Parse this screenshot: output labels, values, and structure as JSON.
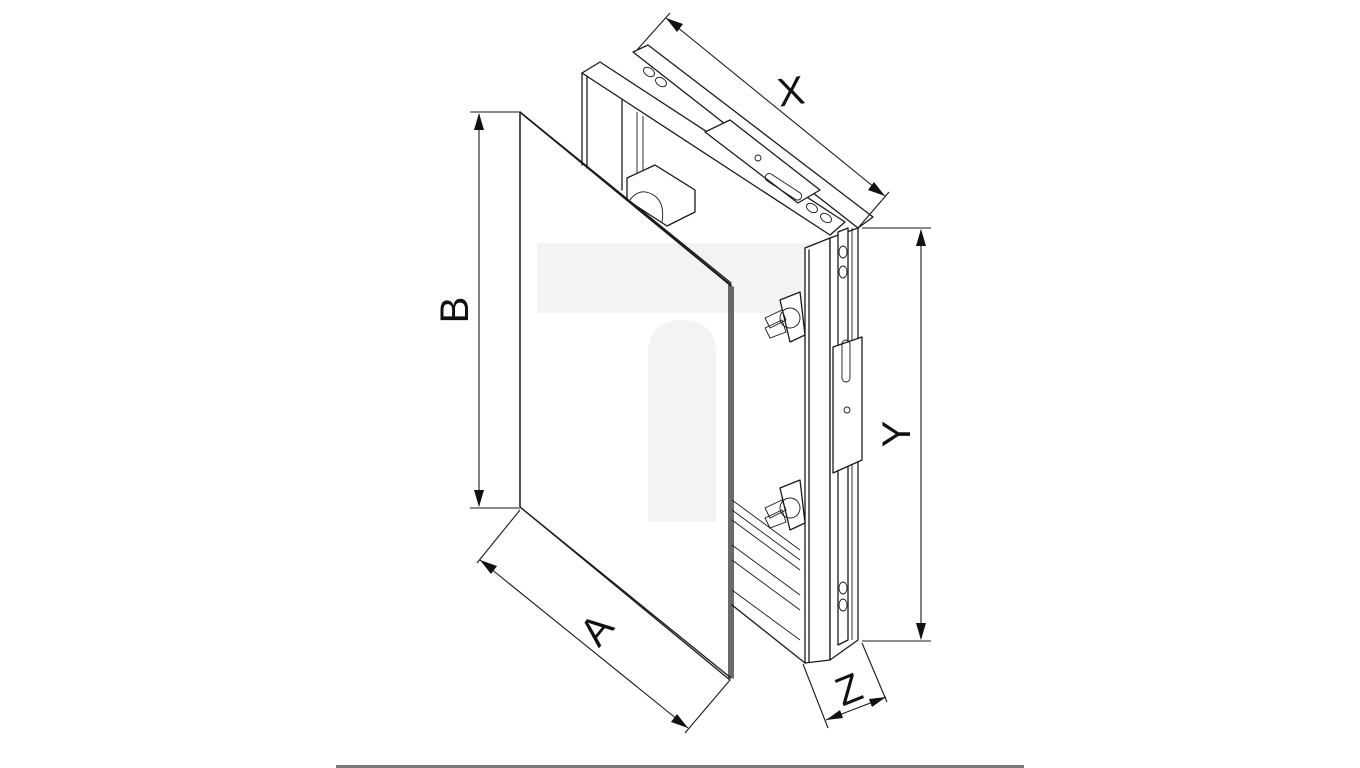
{
  "figure": {
    "subject": "Inspection access panel (door with frame) – isometric dimension drawing",
    "watermark": {
      "glyph": "T",
      "color": "#f3f3f3"
    },
    "line_color": "#1a1a1a",
    "baseline_color": "#7a7a7a"
  },
  "dimensions": {
    "A": {
      "label": "A",
      "meaning": "door panel width"
    },
    "B": {
      "label": "B",
      "meaning": "door panel height"
    },
    "X": {
      "label": "X",
      "meaning": "frame width"
    },
    "Y": {
      "label": "Y",
      "meaning": "frame height"
    },
    "Z": {
      "label": "Z",
      "meaning": "frame depth"
    }
  }
}
